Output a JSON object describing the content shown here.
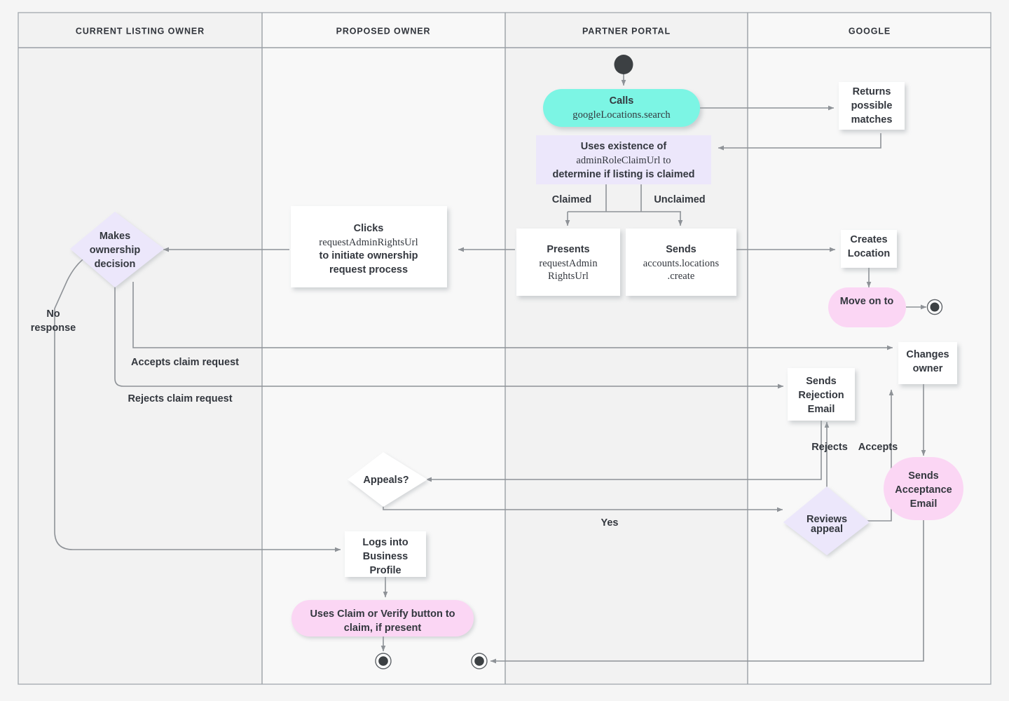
{
  "diagram": {
    "title": "Business Profile listing ownership transfer flow",
    "type": "swimlane-flowchart",
    "colors": {
      "background": "#f5f5f5",
      "lane_odd": "#f2f2f2",
      "lane_even": "#f8f8f8",
      "lane_header": "#f2f2f2",
      "border": "#9aa0a6",
      "edge": "#8e9297",
      "text": "#33373e",
      "node_white": "#ffffff",
      "node_cyan": "#7cf5e4",
      "node_lavender": "#ece7fb",
      "node_pink": "#fbd6f4",
      "terminal": "#3c4043"
    },
    "lanes": [
      {
        "id": "current-listing-owner",
        "label": "CURRENT LISTING OWNER"
      },
      {
        "id": "proposed-owner",
        "label": "PROPOSED OWNER"
      },
      {
        "id": "partner-portal",
        "label": "PARTNER PORTAL"
      },
      {
        "id": "google",
        "label": "GOOGLE"
      }
    ],
    "nodes": [
      {
        "id": "start",
        "lane": "partner-portal",
        "shape": "start-circle",
        "label": ""
      },
      {
        "id": "calls-search",
        "lane": "partner-portal",
        "shape": "rounded",
        "fill": "cyan",
        "lines": [
          {
            "t": "Calls",
            "mono": false
          },
          {
            "t": "googleLocations.search",
            "mono": true
          }
        ]
      },
      {
        "id": "returns-matches",
        "lane": "google",
        "shape": "rect",
        "fill": "white",
        "lines": [
          {
            "t": "Returns",
            "mono": false
          },
          {
            "t": "possible",
            "mono": false
          },
          {
            "t": "matches",
            "mono": false
          }
        ]
      },
      {
        "id": "uses-existence",
        "lane": "partner-portal",
        "shape": "rect",
        "fill": "lavender",
        "lines": [
          {
            "t": "Uses existence of",
            "mono": false
          },
          {
            "t": "adminRoleClaimUrl to",
            "mono": "mixed"
          },
          {
            "t": "determine if listing is claimed",
            "mono": false
          }
        ]
      },
      {
        "id": "presents-url",
        "lane": "partner-portal",
        "shape": "rect",
        "fill": "white",
        "lines": [
          {
            "t": "Presents",
            "mono": false
          },
          {
            "t": "requestAdmin",
            "mono": true
          },
          {
            "t": "RightsUrl",
            "mono": true
          }
        ]
      },
      {
        "id": "sends-create",
        "lane": "partner-portal",
        "shape": "rect",
        "fill": "white",
        "lines": [
          {
            "t": "Sends",
            "mono": false
          },
          {
            "t": "accounts.locations",
            "mono": true
          },
          {
            "t": ".create",
            "mono": true
          }
        ]
      },
      {
        "id": "clicks-url",
        "lane": "proposed-owner",
        "shape": "rect",
        "fill": "white",
        "lines": [
          {
            "t": "Clicks",
            "mono": false
          },
          {
            "t": "requestAdminRightsUrl",
            "mono": true
          },
          {
            "t": "to initiate ownership",
            "mono": false
          },
          {
            "t": "request process",
            "mono": false
          }
        ]
      },
      {
        "id": "makes-decision",
        "lane": "current-listing-owner",
        "shape": "diamond",
        "fill": "lavender",
        "lines": [
          {
            "t": "Makes",
            "mono": false
          },
          {
            "t": "ownership",
            "mono": false
          },
          {
            "t": "decision",
            "mono": false
          }
        ]
      },
      {
        "id": "creates-location",
        "lane": "google",
        "shape": "rect",
        "fill": "white",
        "lines": [
          {
            "t": "Creates",
            "mono": false
          },
          {
            "t": "Location",
            "mono": false
          }
        ]
      },
      {
        "id": "move-on-to",
        "lane": "google",
        "shape": "rounded",
        "fill": "pink",
        "lines": [
          {
            "t": "Move on to",
            "mono": false
          }
        ]
      },
      {
        "id": "end-google",
        "lane": "google",
        "shape": "end-circle",
        "label": ""
      },
      {
        "id": "changes-owner",
        "lane": "google",
        "shape": "rect",
        "fill": "white",
        "lines": [
          {
            "t": "Changes",
            "mono": false
          },
          {
            "t": "owner",
            "mono": false
          }
        ]
      },
      {
        "id": "sends-rejection",
        "lane": "google",
        "shape": "rect",
        "fill": "white",
        "lines": [
          {
            "t": "Sends",
            "mono": false
          },
          {
            "t": "Rejection",
            "mono": false
          },
          {
            "t": "Email",
            "mono": false
          }
        ]
      },
      {
        "id": "sends-acceptance",
        "lane": "google",
        "shape": "rounded",
        "fill": "pink",
        "lines": [
          {
            "t": "Sends",
            "mono": false
          },
          {
            "t": "Acceptance",
            "mono": false
          },
          {
            "t": "Email",
            "mono": false
          }
        ]
      },
      {
        "id": "appeals",
        "lane": "proposed-owner",
        "shape": "diamond",
        "fill": "white",
        "lines": [
          {
            "t": "Appeals?",
            "mono": false
          }
        ]
      },
      {
        "id": "reviews-appeal",
        "lane": "google",
        "shape": "diamond",
        "fill": "lavender",
        "lines": [
          {
            "t": "Reviews",
            "mono": false
          },
          {
            "t": "appeal",
            "mono": false
          }
        ]
      },
      {
        "id": "logs-into-profile",
        "lane": "proposed-owner",
        "shape": "rect",
        "fill": "white",
        "lines": [
          {
            "t": "Logs into",
            "mono": false
          },
          {
            "t": "Business",
            "mono": false
          },
          {
            "t": "Profile",
            "mono": false
          }
        ]
      },
      {
        "id": "uses-claim-verify",
        "lane": "proposed-owner",
        "shape": "rounded",
        "fill": "pink",
        "lines": [
          {
            "t": "Uses Claim or Verify button to",
            "mono": false
          },
          {
            "t": "claim, if present",
            "mono": false
          }
        ]
      },
      {
        "id": "end-proposed",
        "lane": "proposed-owner",
        "shape": "end-circle",
        "label": ""
      },
      {
        "id": "end-partner",
        "lane": "partner-portal",
        "shape": "end-circle",
        "label": ""
      }
    ],
    "edge_labels": [
      {
        "id": "claimed",
        "text": "Claimed"
      },
      {
        "id": "unclaimed",
        "text": "Unclaimed"
      },
      {
        "id": "no-response",
        "text_line1": "No",
        "text_line2": "response"
      },
      {
        "id": "accepts-claim-request",
        "text": "Accepts claim request"
      },
      {
        "id": "rejects-claim-request",
        "text": "Rejects claim request"
      },
      {
        "id": "rejects",
        "text": "Rejects"
      },
      {
        "id": "accepts",
        "text": "Accepts"
      },
      {
        "id": "yes",
        "text": "Yes"
      }
    ]
  }
}
